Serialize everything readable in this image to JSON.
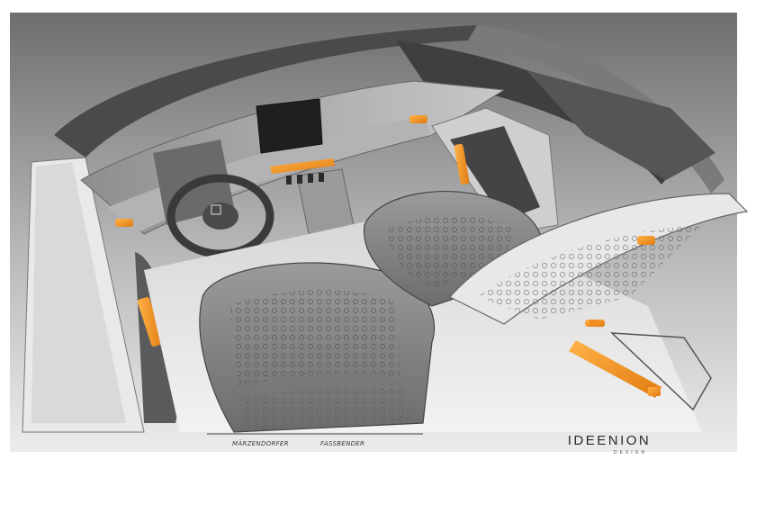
{
  "signatures": {
    "designer_1": "MÄRZENDORFER",
    "designer_2": "FASSBENDER"
  },
  "brand": {
    "name": "IDEENION",
    "subtitle": "DESIGN"
  },
  "colors": {
    "accent": "#f28c1e",
    "background_gradient_top": "#6f6f72",
    "background_gradient_bottom": "#e6e6e6"
  }
}
